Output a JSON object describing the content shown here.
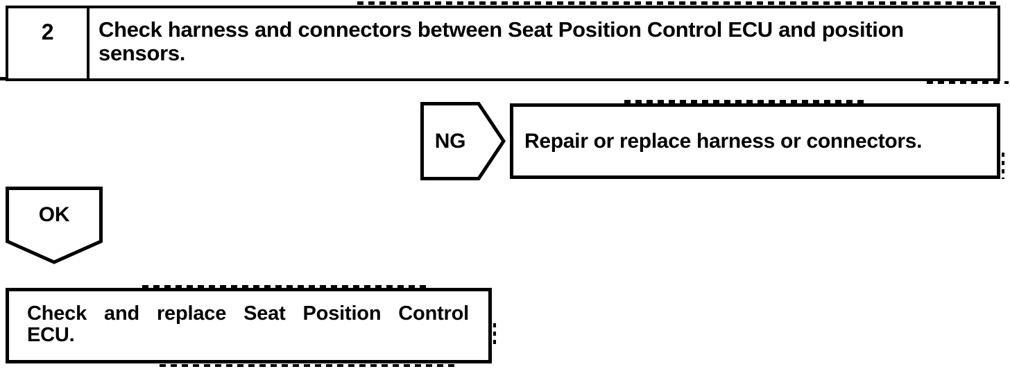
{
  "colors": {
    "ink": "#000000",
    "paper": "#ffffff"
  },
  "step": {
    "number": "2",
    "instruction_full": "Check harness and connectors between Seat Position Control ECU and position sensors.",
    "instruction_line1": "Check harness and connectors between Seat Position Control ECU and position",
    "instruction_line2": "sensors."
  },
  "ng_branch": {
    "label": "NG",
    "action": "Repair or replace harness or connectors."
  },
  "ok_branch": {
    "label": "OK"
  },
  "result": {
    "action_full": "Check and replace Seat Position Control ECU.",
    "action_line1": "Check and replace Seat Position Control",
    "action_line2": "ECU."
  }
}
